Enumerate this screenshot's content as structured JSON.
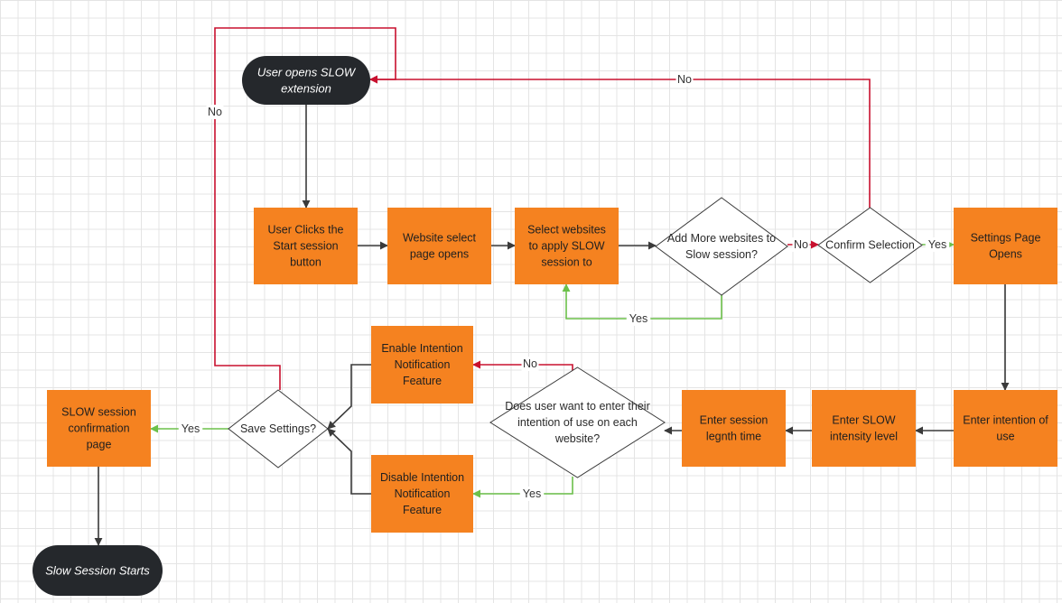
{
  "colors": {
    "process_fill": "#f58220",
    "terminal_fill": "#25282c",
    "decision_fill": "#ffffff",
    "edge_default": "#3a3a3a",
    "edge_no": "#c8102e",
    "edge_yes": "#6cc04a",
    "grid": "#e4e4e4"
  },
  "nodes": {
    "start": {
      "kind": "terminal",
      "lines": [
        "User opens SLOW",
        "extension"
      ]
    },
    "click_start": {
      "kind": "process",
      "lines": [
        "User Clicks the",
        "Start session",
        "button"
      ]
    },
    "website_select": {
      "kind": "process",
      "lines": [
        "Website select",
        "page opens"
      ]
    },
    "select_websites": {
      "kind": "process",
      "lines": [
        "Select websites",
        "to apply SLOW",
        "session to"
      ]
    },
    "add_more": {
      "kind": "decision",
      "lines": [
        "Add More websites to",
        "Slow session?"
      ]
    },
    "confirm": {
      "kind": "decision",
      "lines": [
        "Confirm Selection"
      ]
    },
    "settings_page": {
      "kind": "process",
      "lines": [
        "Settings Page",
        "Opens"
      ]
    },
    "enter_intention": {
      "kind": "process",
      "lines": [
        "Enter intention of",
        "use"
      ]
    },
    "enter_intensity": {
      "kind": "process",
      "lines": [
        "Enter SLOW",
        "intensity level"
      ]
    },
    "enter_length": {
      "kind": "process",
      "lines": [
        "Enter session",
        "legnth time"
      ]
    },
    "want_intention": {
      "kind": "decision",
      "lines": [
        "Does user want to enter their",
        "intention of use on each",
        "website?"
      ]
    },
    "enable_notif": {
      "kind": "process",
      "lines": [
        "Enable Intention",
        "Notification",
        "Feature"
      ]
    },
    "disable_notif": {
      "kind": "process",
      "lines": [
        "Disable Intention",
        "Notification",
        "Feature"
      ]
    },
    "save_settings": {
      "kind": "decision",
      "lines": [
        "Save Settings?"
      ]
    },
    "confirmation": {
      "kind": "process",
      "lines": [
        "SLOW session",
        "confirmation",
        "page"
      ]
    },
    "end": {
      "kind": "terminal",
      "lines": [
        "Slow Session Starts"
      ]
    }
  },
  "edges": [
    {
      "id": "start-to-click",
      "from": "start",
      "to": "click_start",
      "label": "",
      "kind": "default"
    },
    {
      "id": "click-to-website",
      "from": "click_start",
      "to": "website_select",
      "label": "",
      "kind": "default"
    },
    {
      "id": "website-to-select",
      "from": "website_select",
      "to": "select_websites",
      "label": "",
      "kind": "default"
    },
    {
      "id": "select-to-addmore",
      "from": "select_websites",
      "to": "add_more",
      "label": "",
      "kind": "default"
    },
    {
      "id": "addmore-yes",
      "from": "add_more",
      "to": "select_websites",
      "label": "Yes",
      "kind": "yes"
    },
    {
      "id": "addmore-no",
      "from": "add_more",
      "to": "confirm",
      "label": "No",
      "kind": "no"
    },
    {
      "id": "confirm-no",
      "from": "confirm",
      "to": "start",
      "label": "No",
      "kind": "no"
    },
    {
      "id": "confirm-yes",
      "from": "confirm",
      "to": "settings_page",
      "label": "Yes",
      "kind": "yes"
    },
    {
      "id": "settings-to-intention",
      "from": "settings_page",
      "to": "enter_intention",
      "label": "",
      "kind": "default"
    },
    {
      "id": "intention-to-intensity",
      "from": "enter_intention",
      "to": "enter_intensity",
      "label": "",
      "kind": "default"
    },
    {
      "id": "intensity-to-length",
      "from": "enter_intensity",
      "to": "enter_length",
      "label": "",
      "kind": "default"
    },
    {
      "id": "length-to-want",
      "from": "enter_length",
      "to": "want_intention",
      "label": "",
      "kind": "default"
    },
    {
      "id": "want-no",
      "from": "want_intention",
      "to": "enable_notif",
      "label": "No",
      "kind": "no"
    },
    {
      "id": "want-yes",
      "from": "want_intention",
      "to": "disable_notif",
      "label": "Yes",
      "kind": "yes"
    },
    {
      "id": "enable-to-save",
      "from": "enable_notif",
      "to": "save_settings",
      "label": "",
      "kind": "default"
    },
    {
      "id": "disable-to-save",
      "from": "disable_notif",
      "to": "save_settings",
      "label": "",
      "kind": "default"
    },
    {
      "id": "save-no",
      "from": "save_settings",
      "to": "start",
      "label": "No",
      "kind": "no"
    },
    {
      "id": "save-yes",
      "from": "save_settings",
      "to": "confirmation",
      "label": "Yes",
      "kind": "yes"
    },
    {
      "id": "confirmation-to-end",
      "from": "confirmation",
      "to": "end",
      "label": "",
      "kind": "default"
    }
  ]
}
